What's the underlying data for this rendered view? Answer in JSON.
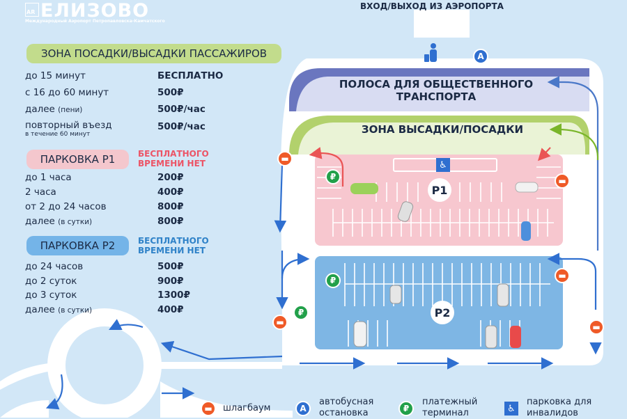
{
  "logo": {
    "box": "AR",
    "name": "ЕЛИЗОВО",
    "subtitle": "Международный Аэропорт Петропавловска-Камчатского"
  },
  "map": {
    "entrance": "ВХОД/ВЫХОД ИЗ АЭРОПОРТА",
    "public_transport_lane": [
      "ПОЛОСА ДЛЯ ОБЩЕСТВЕННОГО",
      "ТРАНСПОРТА"
    ],
    "dropoff_zone": "ЗОНА ВЫСАДКИ/ПОСАДКИ",
    "p1_label": "P1",
    "p2_label": "P2",
    "bus_letter": "A",
    "pay_symbol": "₽",
    "disabled_symbol": "♿",
    "colors": {
      "road": "#ffffff",
      "p1": "#f7c7cf",
      "p2": "#7eb6e4",
      "lane": "#6a76bf",
      "dropoff": "#b2d16c",
      "background": "#d2e7f7"
    }
  },
  "dropoff_pricing": {
    "title": "ЗОНА ПОСАДКИ/ВЫСАДКИ ПАССАЖИРОВ",
    "rows": [
      {
        "label": "до 15 минут",
        "note": "",
        "price": "БЕСПЛАТНО"
      },
      {
        "label": "с 16 до 60 минут",
        "note": "",
        "price": "500₽"
      },
      {
        "label": "далее",
        "note": "(пени)",
        "price": "500₽/час"
      },
      {
        "label": "повторный въезд",
        "note": "",
        "price": "500₽/час",
        "sub": "в течение 60 минут"
      }
    ]
  },
  "p1_pricing": {
    "title": "ПАРКОВКА Р1",
    "note": [
      "БЕСПЛАТНОГО",
      "ВРЕМЕНИ НЕТ"
    ],
    "rows": [
      {
        "label": "до 1 часа",
        "note": "",
        "price": "200₽"
      },
      {
        "label": "2 часа",
        "note": "",
        "price": "400₽"
      },
      {
        "label": "от 2 до 24 часов",
        "note": "",
        "price": "800₽"
      },
      {
        "label": "далее",
        "note": "(в сутки)",
        "price": "800₽"
      }
    ]
  },
  "p2_pricing": {
    "title": "ПАРКОВКА Р2",
    "note": [
      "БЕСПЛАТНОГО",
      "ВРЕМЕНИ НЕТ"
    ],
    "rows": [
      {
        "label": "до 24 часов",
        "note": "",
        "price": "500₽"
      },
      {
        "label": "до 2 суток",
        "note": "",
        "price": "900₽"
      },
      {
        "label": "до 3 суток",
        "note": "",
        "price": "1300₽"
      },
      {
        "label": "далее",
        "note": "(в сутки)",
        "price": "400₽"
      }
    ]
  },
  "legend": [
    {
      "icon": "barrier-icon",
      "lines": [
        "шлагбаум"
      ]
    },
    {
      "icon": "bus-stop-icon",
      "lines": [
        "автобусная",
        "остановка"
      ]
    },
    {
      "icon": "payment-terminal-icon",
      "lines": [
        "платежный",
        "терминал"
      ]
    },
    {
      "icon": "disabled-parking-icon",
      "lines": [
        "парковка для",
        "инвалидов"
      ]
    }
  ]
}
